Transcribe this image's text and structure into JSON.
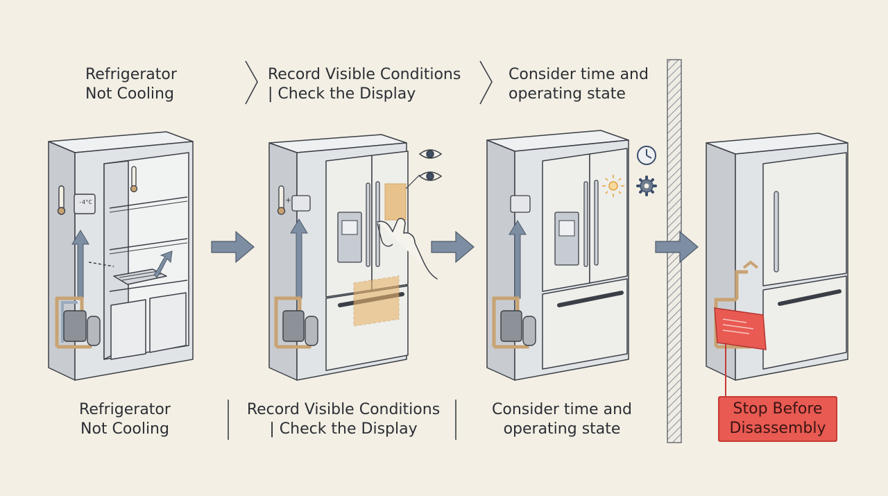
{
  "steps": [
    {
      "top_label": "Refrigerator\nNot Cooling",
      "bottom_label": "Refrigerator\nNot Cooling"
    },
    {
      "top_label": "Record Visible Conditions\n| Check the Display",
      "bottom_label": "Record Visible Conditions\n| Check the Display"
    },
    {
      "top_label": "Consider time and\noperating state",
      "bottom_label": "Consider time and\noperating state"
    }
  ],
  "final_step": {
    "label": "Stop Before\nDisassembly"
  },
  "display_reading": "-4°C",
  "colors": {
    "background": "#f3efe4",
    "outline": "#3a3e46",
    "fridge_body": "#e1e4e7",
    "fridge_door": "#eeeeea",
    "flow_arrow": "#7d8ea3",
    "coil": "#c9a373",
    "highlight_orange": "#e6b46d",
    "warning_red": "#e85a52"
  },
  "icons": [
    "thermometer-icon",
    "eye-icon",
    "clock-icon",
    "sun-icon",
    "gear-icon",
    "hand-icon",
    "red-panel-icon"
  ]
}
